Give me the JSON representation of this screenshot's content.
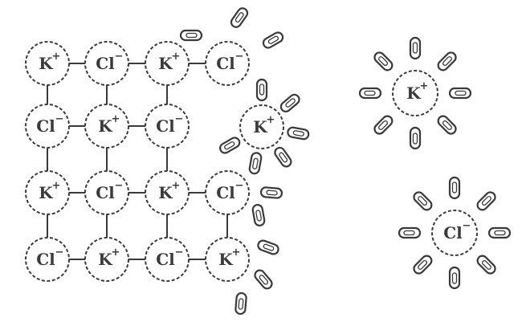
{
  "diagram": {
    "ion_labels": {
      "potassium": "K",
      "chloride": "Cl",
      "positive_charge": "+",
      "negative_charge": "−"
    },
    "lattice": {
      "rows": [
        [
          "K+",
          "Cl-",
          "K+",
          "Cl-"
        ],
        [
          "Cl-",
          "K+",
          "Cl-",
          ""
        ],
        [
          "K+",
          "Cl-",
          "K+",
          "Cl-"
        ],
        [
          "Cl-",
          "K+",
          "Cl-",
          "K+"
        ]
      ],
      "detaching_ion": "K+",
      "detaching_ion_water_count": 6
    },
    "hydrated_ions": [
      {
        "ion": "K+",
        "water_count": 8
      },
      {
        "ion": "Cl-",
        "water_count": 8
      }
    ],
    "colors": {
      "line": "#3a3a3a",
      "background": "#ffffff"
    }
  }
}
